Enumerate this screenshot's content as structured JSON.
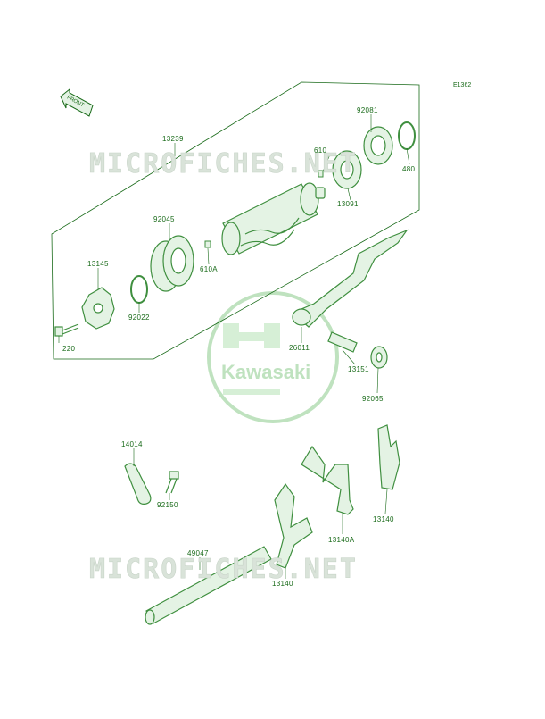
{
  "diagram": {
    "code": "E1362",
    "front_label": "FRONT",
    "brand": "Kawasaki",
    "watermark_top": "MICROFICHES.NET",
    "watermark_bottom": "MICROFICHES.NET",
    "colors": {
      "line": "#1a6b1a",
      "part": "#3f8f3f",
      "fill": "#e4f3e4",
      "watermark": "#d9e3d9",
      "logo": "#bfe2bf"
    },
    "labels": [
      "13239",
      "92081",
      "610",
      "480",
      "13091",
      "92045",
      "610A",
      "13145",
      "92022",
      "220",
      "26011",
      "13151",
      "92065",
      "14014",
      "92150",
      "49047",
      "13140",
      "13140A",
      "13140"
    ]
  }
}
